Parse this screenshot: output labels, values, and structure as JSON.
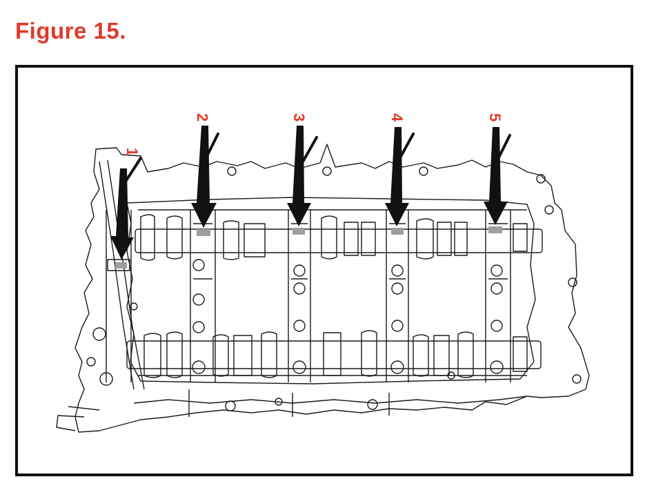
{
  "figure": {
    "title": "Figure 15."
  },
  "colors": {
    "accent": "#e03a2c",
    "line": "#1a1a1a",
    "marker": "#9e9e9e"
  },
  "callouts": [
    {
      "label": "1"
    },
    {
      "label": "2"
    },
    {
      "label": "3"
    },
    {
      "label": "4"
    },
    {
      "label": "5"
    }
  ]
}
